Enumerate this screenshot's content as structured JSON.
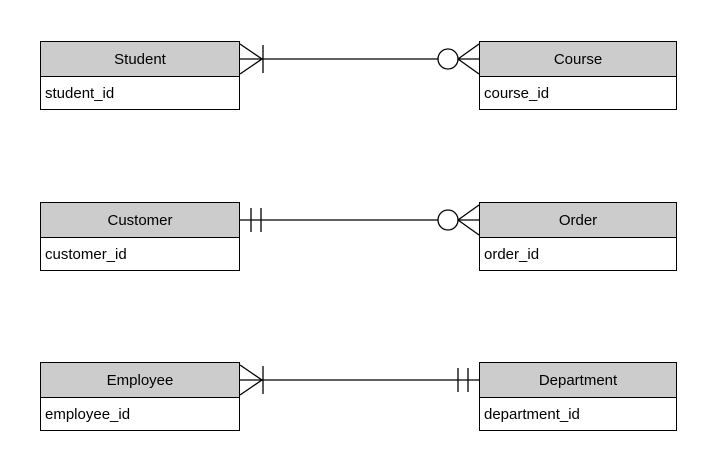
{
  "entities": [
    {
      "name": "Student",
      "fields": [
        "student_id"
      ]
    },
    {
      "name": "Course",
      "fields": [
        "course_id"
      ]
    },
    {
      "name": "Customer",
      "fields": [
        "customer_id"
      ]
    },
    {
      "name": "Order",
      "fields": [
        "order_id"
      ]
    },
    {
      "name": "Employee",
      "fields": [
        "employee_id"
      ]
    },
    {
      "name": "Department",
      "fields": [
        "department_id"
      ]
    }
  ],
  "relationships": [
    {
      "from": "Student",
      "to": "Course",
      "from_cardinality": "one-or-many",
      "to_cardinality": "zero-or-many",
      "from_symbol": "crow-foot-with-bar",
      "to_symbol": "circle-with-crow-foot"
    },
    {
      "from": "Customer",
      "to": "Order",
      "from_cardinality": "exactly-one",
      "to_cardinality": "zero-or-many",
      "from_symbol": "double-bar",
      "to_symbol": "circle-with-crow-foot"
    },
    {
      "from": "Employee",
      "to": "Department",
      "from_cardinality": "one-or-many",
      "to_cardinality": "exactly-one",
      "from_symbol": "crow-foot-with-bar",
      "to_symbol": "double-bar"
    }
  ],
  "colors": {
    "header_fill": "#cccccc",
    "body_fill": "#ffffff",
    "border": "#000000",
    "text": "#000000",
    "background": "#ffffff",
    "connector": "#000000"
  }
}
